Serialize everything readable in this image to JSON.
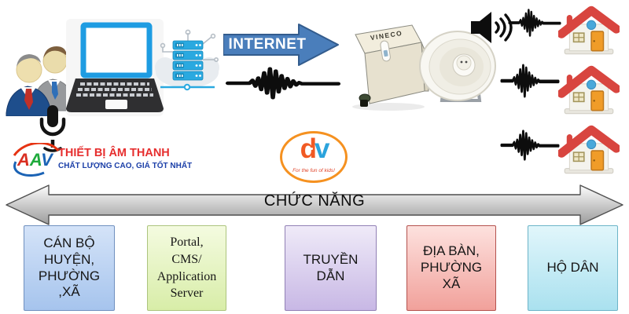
{
  "branding": {
    "aav": {
      "letters": [
        {
          "char": "A",
          "color": "#d92f22"
        },
        {
          "char": "A",
          "color": "#1faa3c"
        },
        {
          "char": "V",
          "color": "#1b63b5"
        }
      ],
      "line1": "THIẾT BỊ ÂM THANH",
      "line1_color": "#e62e2e",
      "line2": "CHẤT LƯỢNG CAO, GIÁ TỐT NHẤT",
      "line2_color": "#1b3fa8"
    },
    "dv": {
      "d": "d",
      "v": "v",
      "d_color": "#f15a24",
      "v_color": "#2ba3dc",
      "ring_color": "#f59120",
      "tagline": "For the fun of kids!"
    }
  },
  "flow": {
    "internet_label": "INTERNET",
    "internet_arrow_color": "#4a7ebb",
    "device_label": "VINECO",
    "icons": [
      "officials-icon",
      "laptop-icon",
      "server-cloud-icon",
      "microphone-icon",
      "audio-waveform-icon",
      "loudspeaker-icon",
      "horn-speaker-icon",
      "house-icon"
    ]
  },
  "function_band": {
    "label": "CHỨC NĂNG",
    "fill": "silver-gradient"
  },
  "function_boxes": [
    {
      "label": "CÁN BỘ\nHUYỆN,\nPHƯỜNG\n,XÃ",
      "color": "#b9d4f2"
    },
    {
      "label": "Portal,\nCMS/\nApplication\nServer",
      "color": "#e3f4b9"
    },
    {
      "label": "TRUYỀN\nDẪN",
      "color": "#d5c6ea"
    },
    {
      "label": "ĐỊA BÀN,\nPHƯỜNG\nXÃ",
      "color": "#f6b1ab"
    },
    {
      "label": "HỘ DÂN",
      "color": "#bde9f4"
    }
  ]
}
